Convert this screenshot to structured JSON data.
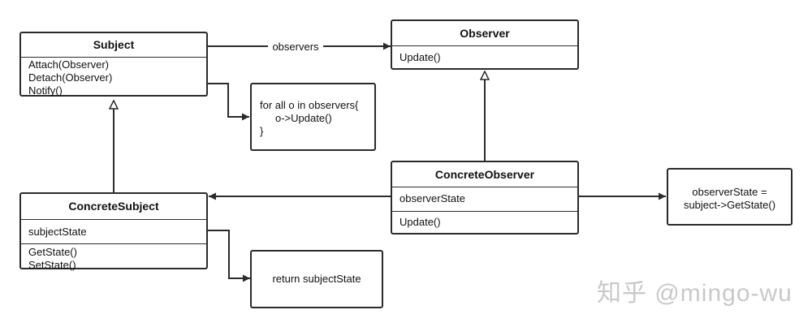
{
  "subject": {
    "name": "Subject",
    "methods": [
      "Attach(Observer)",
      "Detach(Observer)",
      "Notify()"
    ]
  },
  "observer": {
    "name": "Observer",
    "methods": [
      "Update()"
    ]
  },
  "concrete_subject": {
    "name": "ConcreteSubject",
    "attributes": [
      "subjectState"
    ],
    "methods": [
      "GetState()",
      "SetState()"
    ]
  },
  "concrete_observer": {
    "name": "ConcreteObserver",
    "attributes": [
      "observerState"
    ],
    "methods": [
      "Update()"
    ]
  },
  "notes": {
    "notify": [
      "for all o in observers{",
      "o->Update()",
      "}"
    ],
    "get_state": "return subjectState",
    "observer_state": [
      "observerState =",
      "subject->GetState()"
    ]
  },
  "association_label": "observers",
  "watermark": "知乎 @mingo-wu"
}
